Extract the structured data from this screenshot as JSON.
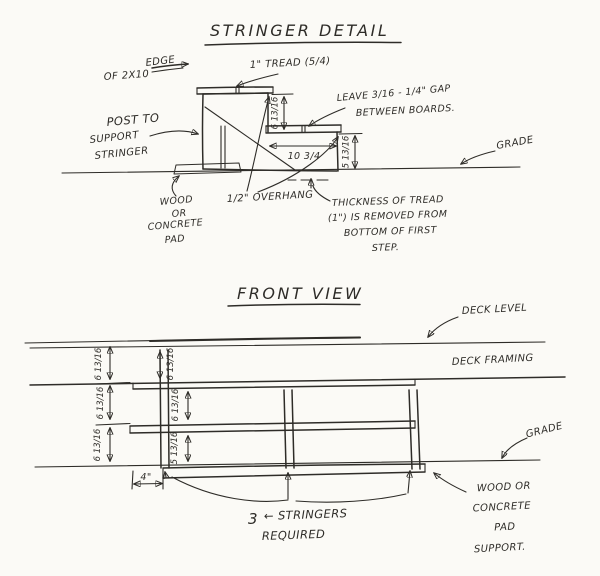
{
  "colors": {
    "ink": "#2e2c28",
    "paper": "#fbfaf6"
  },
  "stringer_detail": {
    "title": "STRINGER DETAIL",
    "edge_l1": "EDGE",
    "edge_l2": "OF 2X10",
    "tread": "1\" TREAD (5/4)",
    "gap_l1": "LEAVE 3/16 - 1/4\" GAP",
    "gap_l2": "BETWEEN BOARDS.",
    "post_l1": "POST TO",
    "post_l2": "SUPPORT",
    "post_l3": "STRINGER",
    "grade": "GRADE",
    "pad_l1": "WOOD",
    "pad_l2": "OR",
    "pad_l3": "CONCRETE",
    "pad_l4": "PAD",
    "overhang": "1/2\" OVERHANG",
    "thick_l1": "THICKNESS OF TREAD",
    "thick_l2": "(1\") IS REMOVED FROM",
    "thick_l3": "BOTTOM OF FIRST",
    "thick_l4": "STEP.",
    "dim_riser": "6 13/16",
    "dim_run": "10 3/4",
    "dim_bottom": "5 13/16"
  },
  "front_view": {
    "title": "FRONT VIEW",
    "deck_level": "DECK LEVEL",
    "deck_framing": "DECK FRAMING",
    "grade": "GRADE",
    "dim_rise": "6 13/16",
    "dim_bottom": "5 13/16",
    "dim_side": "4\"",
    "stringers_count": "3",
    "stringers_l1": "← STRINGERS",
    "stringers_l2": "REQUIRED",
    "support_l1": "WOOD OR",
    "support_l2": "CONCRETE",
    "support_l3": "PAD",
    "support_l4": "SUPPORT."
  }
}
